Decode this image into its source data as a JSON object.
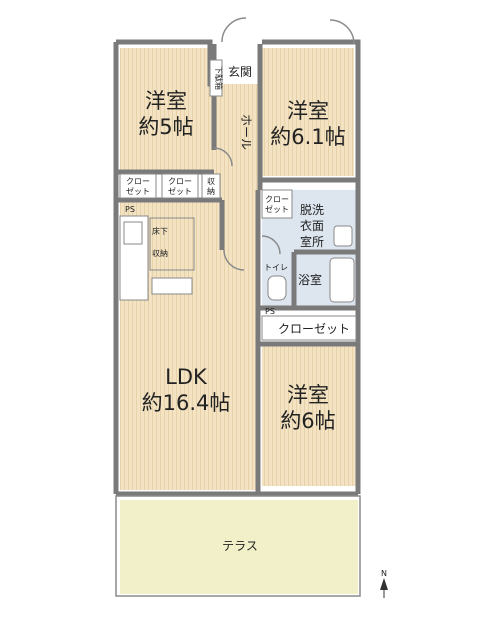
{
  "rooms": {
    "western_nw": {
      "line1": "洋室",
      "line2": "約5帖"
    },
    "western_ne": {
      "line1": "洋室",
      "line2": "約6.1帖"
    },
    "ldk": {
      "line1": "LDK",
      "line2": "約16.4帖"
    },
    "western_se": {
      "line1": "洋室",
      "line2": "約6帖"
    },
    "terrace": "テラス",
    "genkan": "玄関",
    "getabako": "下駄箱",
    "hall": "ホール",
    "toilet": "トイレ",
    "bath": "浴室",
    "closet_big": "クローゼット",
    "wardrobe": {
      "line1": "脱洗",
      "line2": "衣面",
      "line3": "室所"
    },
    "underfloor": {
      "line1": "床下",
      "line2": "収納"
    },
    "closet_a": {
      "line1": "クロー",
      "line2": "ゼット"
    },
    "closet_b": {
      "line1": "クロー",
      "line2": "ゼット"
    },
    "storage": {
      "line1": "収",
      "line2": "納"
    },
    "closet_c": {
      "line1": "クロー",
      "line2": "ゼット"
    },
    "ps1": "PS",
    "ps2": "PS"
  },
  "compass": "N",
  "colors": {
    "wood": "#f3e3c3",
    "wood_stripe": "#e8d4ad",
    "terrace": "#f2f0c8",
    "wet": "#dde6ef",
    "wall": "#7a7a7a",
    "closet_gray": "#d9d9d9"
  }
}
